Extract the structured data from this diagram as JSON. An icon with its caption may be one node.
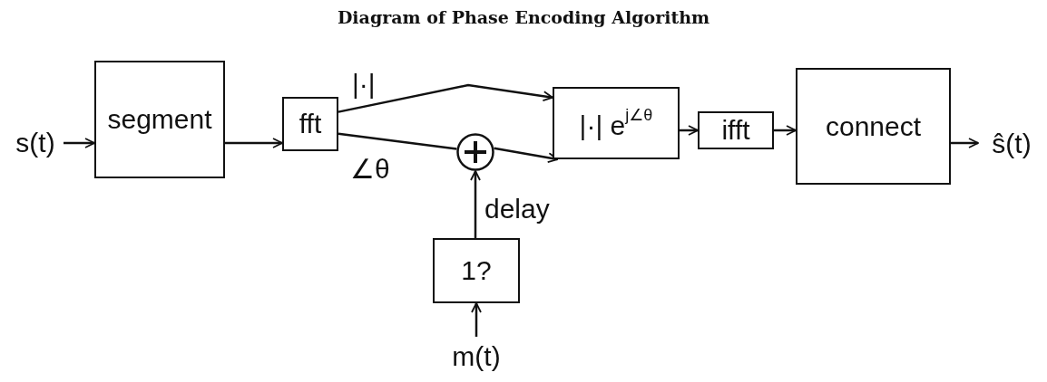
{
  "diagram": {
    "title": "Diagram of Phase Encoding Algorithm",
    "nodes": [
      {
        "text": [
          "s(t)"
        ]
      },
      {
        "text": [
          "segment"
        ]
      },
      {
        "text": [
          "fft"
        ]
      },
      {
        "text": [
          "|·| e$^{j∠θ}$"
        ]
      },
      {
        "text": [],
        "shape": "circle"
      },
      {
        "text": [
          "1?"
        ]
      },
      {
        "text": [
          "m(t)"
        ]
      },
      {
        "text": [
          "ifft"
        ]
      },
      {
        "text": [
          "connect"
        ]
      },
      {
        "text": [
          "ŝ(t)"
        ]
      }
    ],
    "edges": [
      {
        "from": 0,
        "to": 1,
        "arrow": "to"
      },
      {
        "from": 1,
        "to": 2,
        "arrow": "to"
      },
      {
        "from": 2,
        "to": 3,
        "arrow": "to",
        "label": "|·|"
      },
      {
        "from": 2,
        "to": 4,
        "arrow": "none",
        "label": "∠θ"
      },
      {
        "from": 4,
        "to": 3,
        "arrow": "to"
      },
      {
        "from": 5,
        "to": 4,
        "arrow": "to",
        "label": "delay"
      },
      {
        "from": 6,
        "to": 5,
        "arrow": "to"
      },
      {
        "from": 3,
        "to": 7,
        "arrow": "to"
      },
      {
        "from": 7,
        "to": 8,
        "arrow": "to"
      },
      {
        "from": 8,
        "to": 9,
        "arrow": "to"
      }
    ]
  }
}
